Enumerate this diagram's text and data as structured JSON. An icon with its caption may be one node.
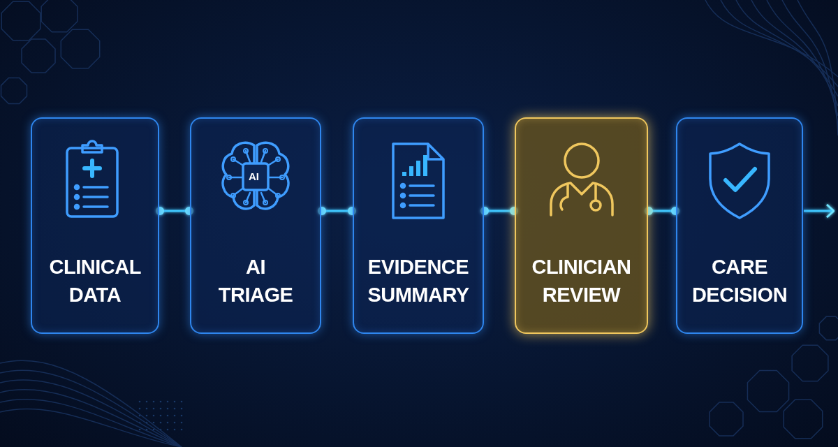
{
  "diagram": {
    "nodes": [
      {
        "text": [
          "CLINICAL DATA"
        ]
      },
      {
        "text": [
          "AI TRIAGE"
        ]
      },
      {
        "text": [
          "EVIDENCE SUMMARY"
        ]
      },
      {
        "text": [
          "CLINICIAN REVIEW"
        ]
      },
      {
        "text": [
          "CARE DECISION"
        ]
      }
    ],
    "edges": [
      {
        "from": 0,
        "to": 1,
        "arrow": "other"
      },
      {
        "from": 1,
        "to": 2,
        "arrow": "other"
      },
      {
        "from": 2,
        "to": 3,
        "arrow": "other"
      },
      {
        "from": 3,
        "to": 4,
        "arrow": "other"
      },
      {
        "from": 4,
        "to": null,
        "arrow": "to"
      }
    ],
    "labels": [
      "AI"
    ]
  }
}
